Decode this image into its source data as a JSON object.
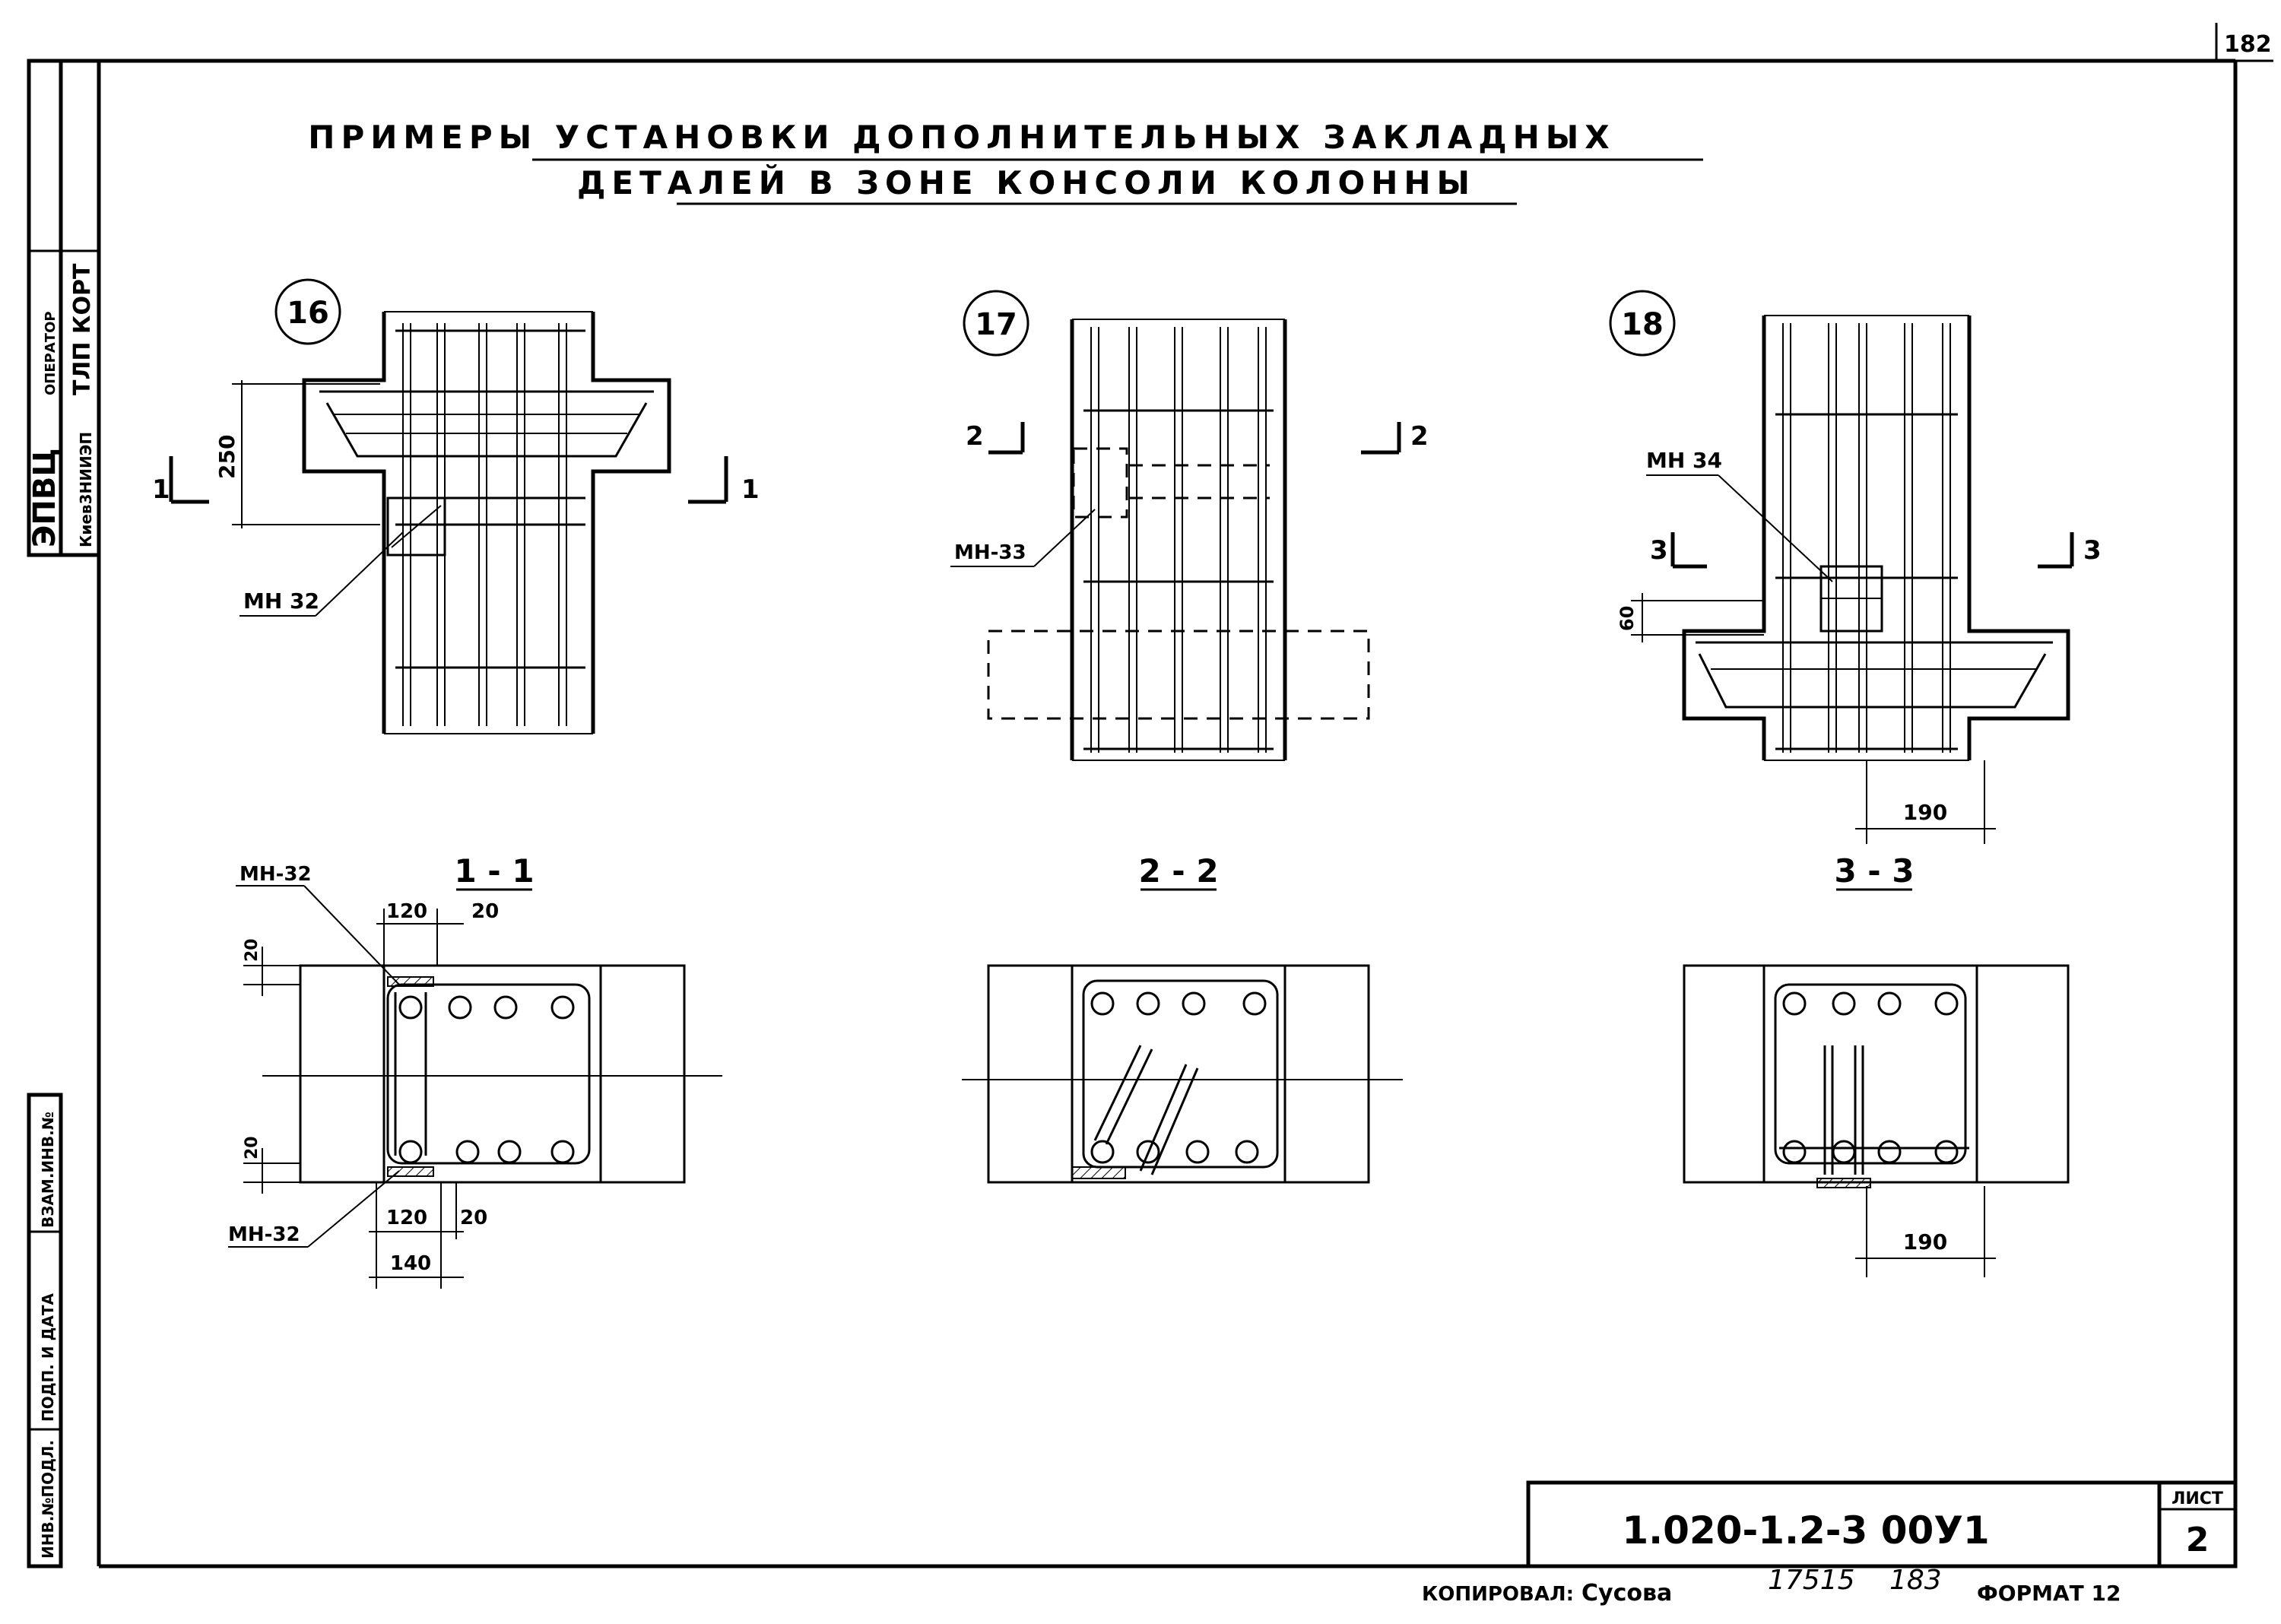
{
  "sheet_corner_number": "182",
  "title_line1": "ПРИМЕРЫ УСТАНОВКИ ДОПОЛНИТЕЛЬНЫХ ЗАКЛАДНЫХ",
  "title_line2": "ДЕТАЛЕЙ В ЗОНЕ КОНСОЛИ КОЛОННЫ",
  "side_stamp": {
    "org": "ЭПВЦ",
    "org_sub": "Киев3НИИЭП",
    "operator_label": "ОПЕРАТОР",
    "operator_value": "ТЛП КОРТ",
    "field_inv_zam": "ВЗАМ.ИНВ.№",
    "field_podp_data": "ПОДП. И ДАТА",
    "field_inv_podl": "ИНВ.№ПОДЛ."
  },
  "details": {
    "d16": {
      "number": "16",
      "part": "МН 32",
      "dim": "250",
      "section_mark": "1"
    },
    "d17": {
      "number": "17",
      "part": "МН-33",
      "section_mark": "2"
    },
    "d18": {
      "number": "18",
      "part": "МН 34",
      "dim_vertical": "60",
      "dim_bottom": "190",
      "section_mark": "3"
    }
  },
  "sections": {
    "s1": {
      "title": "1 - 1",
      "part_top": "МН-32",
      "part_bottom": "МН-32",
      "dim_top_a": "120",
      "dim_top_b": "20",
      "dim_left_top": "20",
      "dim_left_bottom": "20",
      "dim_bot_a": "120",
      "dim_bot_b": "20",
      "dim_bot_c": "140"
    },
    "s2": {
      "title": "2 - 2"
    },
    "s3": {
      "title": "3 - 3",
      "dim_bottom": "190"
    }
  },
  "title_block": {
    "code": "1.020-1.2-3 00У1",
    "sheet_label": "ЛИСТ",
    "sheet_number": "2"
  },
  "footer": {
    "copied_label": "КОПИРОВАЛ:",
    "copied_name": "Сусова",
    "num_a": "17515",
    "num_b": "183",
    "format_label": "ФОРМАТ 12"
  }
}
